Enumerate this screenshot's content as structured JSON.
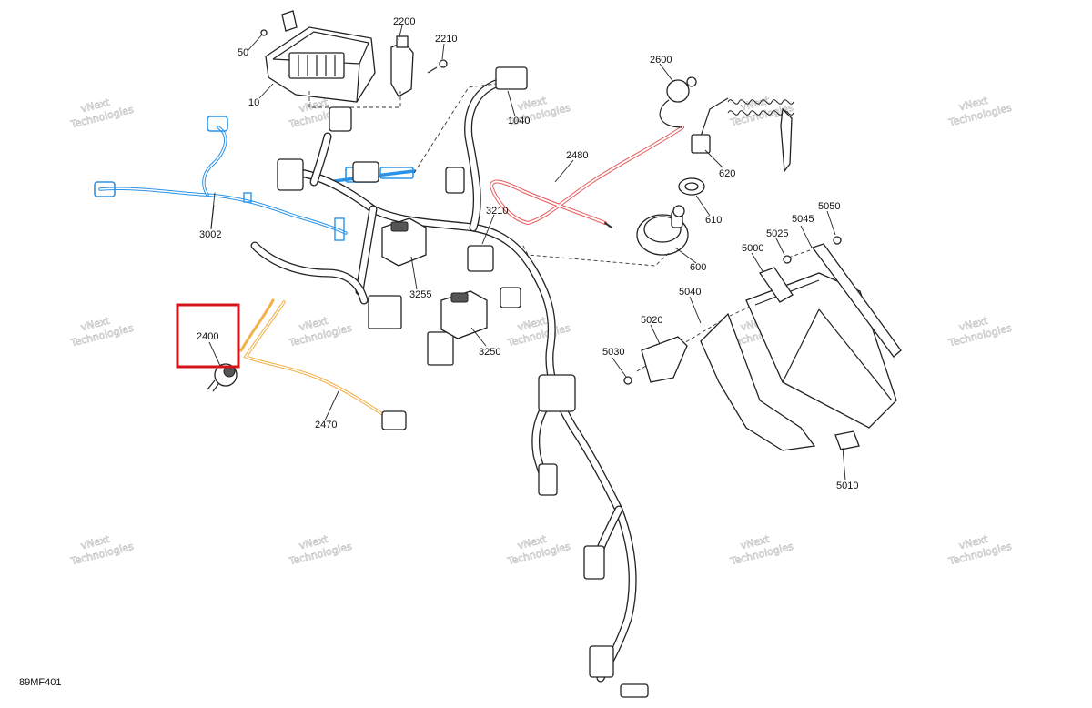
{
  "diagram": {
    "code": "89MF401",
    "highlight": {
      "label": "2400",
      "color": "#d4141b"
    },
    "colors": {
      "blue_harness": "#2a93e8",
      "red_harness": "#e45a5a",
      "orange_harness": "#f0b24a"
    },
    "watermark": {
      "line1": "vNext",
      "line2": "Technologies",
      "full": "vNext Technologies"
    },
    "labels": {
      "p50": "50",
      "p10": "10",
      "p2200": "2200",
      "p2210": "2210",
      "p1040": "1040",
      "p2600": "2600",
      "p620": "620",
      "p2480": "2480",
      "p610": "610",
      "p600": "600",
      "p3002": "3002",
      "p3210": "3210",
      "p3255": "3255",
      "p3250": "3250",
      "p2400": "2400",
      "p2470": "2470",
      "p5050": "5050",
      "p5045": "5045",
      "p5025": "5025",
      "p5000": "5000",
      "p5040": "5040",
      "p5020": "5020",
      "p5030": "5030",
      "p5010": "5010"
    }
  }
}
